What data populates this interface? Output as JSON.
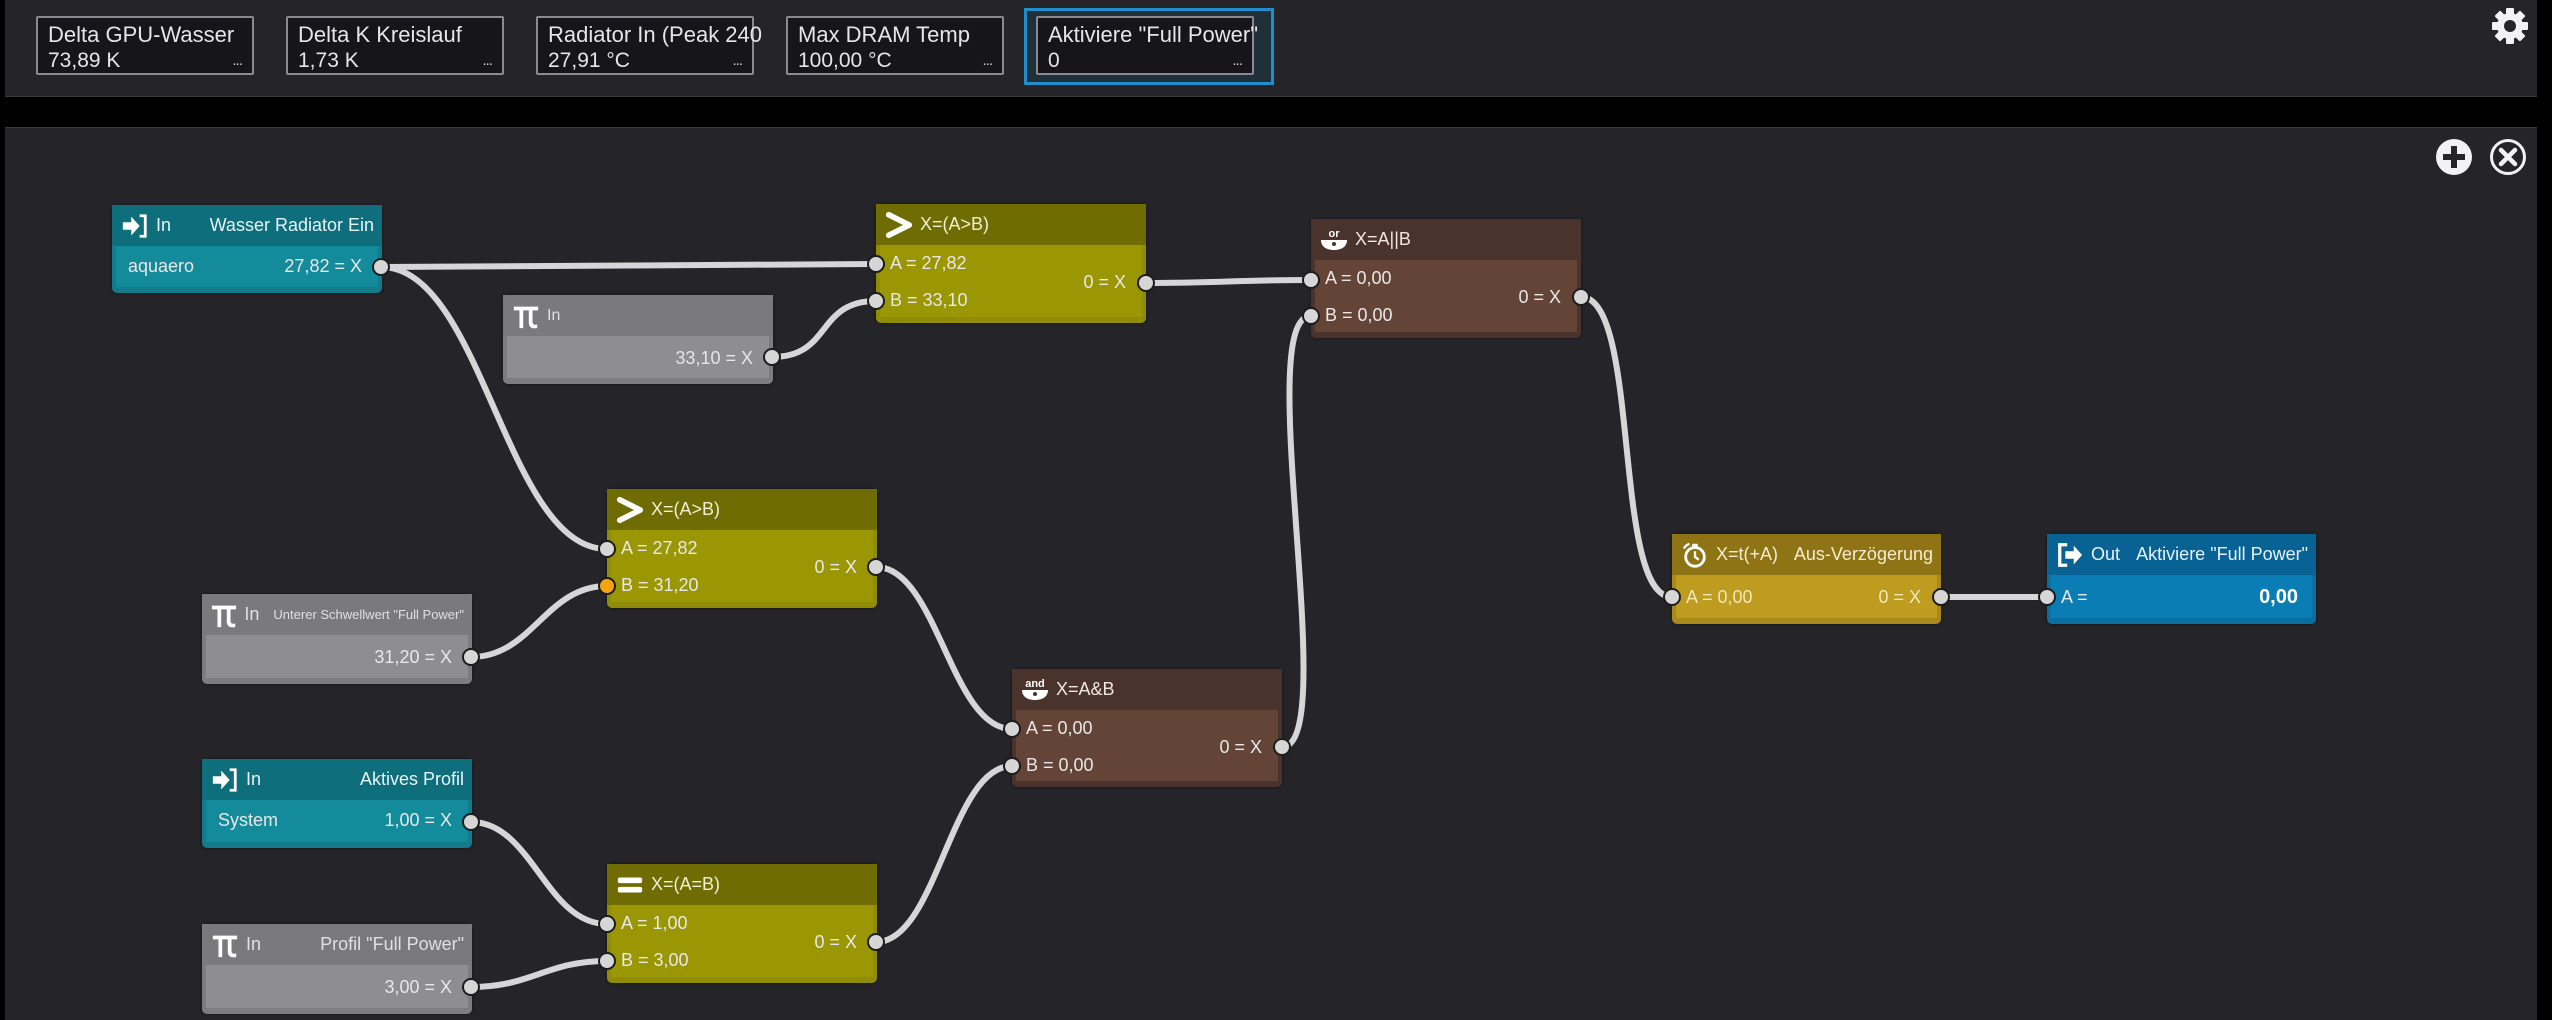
{
  "sensors": [
    {
      "name": "Delta GPU-Wasser",
      "value": "73,89 K",
      "more": "..."
    },
    {
      "name": "Delta K Kreislauf",
      "value": "1,73 K",
      "more": "..."
    },
    {
      "name": "Radiator In (Peak 240",
      "value": "27,91 °C",
      "more": "..."
    },
    {
      "name": "Max DRAM Temp",
      "value": "100,00 °C",
      "more": "..."
    },
    {
      "name": "Aktiviere \"Full Power\"",
      "value": "0",
      "more": "...",
      "selected": true
    }
  ],
  "toolbar": {
    "settings_icon": "gear-icon",
    "add_icon": "plus-circle-icon",
    "close_icon": "close-circle-icon"
  },
  "colors": {
    "wire": "#d6d6d6",
    "selected_outline": "#1e8fcc",
    "active_port": "#f5a310"
  },
  "nodes": {
    "in_radiator": {
      "icon": "input-icon",
      "type": "In",
      "title": "Wasser Radiator Ein",
      "source": "aquaero",
      "output": "27,82 = X"
    },
    "const_1": {
      "icon": "pi-icon",
      "type": "In",
      "title": "",
      "output": "33,10 = X"
    },
    "gt_1": {
      "icon": "greater-than-icon",
      "formula": "X=(A>B)",
      "a": "A = 27,82",
      "b": "B = 33,10",
      "output": "0 = X"
    },
    "or_1": {
      "icon": "or-gate-icon",
      "icon_text": "or",
      "formula": "X=A||B",
      "a": "A = 0,00",
      "b": "B = 0,00",
      "output": "0 = X"
    },
    "gt_2": {
      "icon": "greater-than-icon",
      "formula": "X=(A>B)",
      "a": "A = 27,82",
      "b": "B = 31,20",
      "output": "0 = X"
    },
    "const_lower": {
      "icon": "pi-icon",
      "type": "In",
      "title": "Unterer Schwellwert \"Full Power\"",
      "output": "31,20 = X"
    },
    "and_1": {
      "icon": "and-gate-icon",
      "icon_text": "and",
      "formula": "X=A&B",
      "a": "A = 0,00",
      "b": "B = 0,00",
      "output": "0 = X"
    },
    "delay": {
      "icon": "timer-icon",
      "formula": "X=t(+A)",
      "title": "Aus-Verzögerung",
      "a": "A = 0,00",
      "output": "0 = X"
    },
    "out": {
      "icon": "output-icon",
      "type": "Out",
      "title": "Aktiviere \"Full Power\"",
      "a": "A =",
      "value": "0,00"
    },
    "in_profile": {
      "icon": "input-icon",
      "type": "In",
      "title": "Aktives Profil",
      "source": "System",
      "output": "1,00 = X"
    },
    "eq_1": {
      "icon": "equals-icon",
      "formula": "X=(A=B)",
      "a": "A = 1,00",
      "b": "B = 3,00",
      "output": "0 = X"
    },
    "const_profile": {
      "icon": "pi-icon",
      "type": "In",
      "title": "Profil \"Full Power\"",
      "output": "3,00 = X"
    }
  },
  "connections": [
    {
      "from": "in_radiator.out",
      "to": "gt_1.a"
    },
    {
      "from": "const_1.out",
      "to": "gt_1.b"
    },
    {
      "from": "in_radiator.out",
      "to": "gt_2.a"
    },
    {
      "from": "const_lower.out",
      "to": "gt_2.b"
    },
    {
      "from": "gt_1.out",
      "to": "or_1.a"
    },
    {
      "from": "and_1.out",
      "to": "or_1.b"
    },
    {
      "from": "gt_2.out",
      "to": "and_1.a"
    },
    {
      "from": "eq_1.out",
      "to": "and_1.b"
    },
    {
      "from": "in_profile.out",
      "to": "eq_1.a"
    },
    {
      "from": "const_profile.out",
      "to": "eq_1.b"
    },
    {
      "from": "or_1.out",
      "to": "delay.a"
    },
    {
      "from": "delay.out",
      "to": "out.a"
    }
  ]
}
